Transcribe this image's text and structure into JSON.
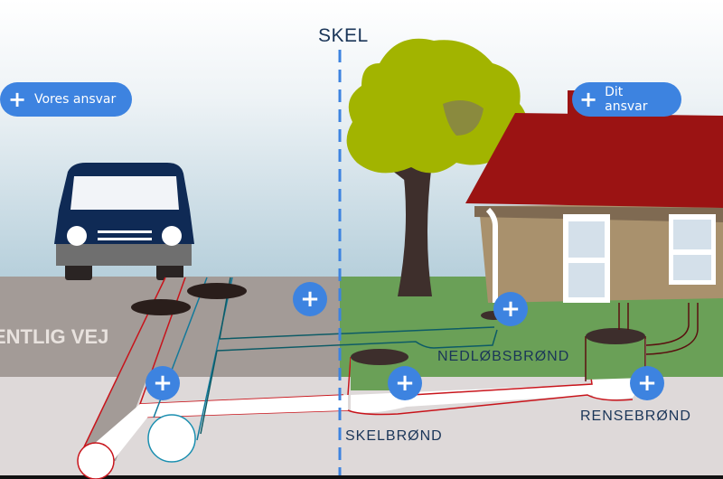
{
  "labels": {
    "boundary": "SKEL",
    "road": "ENTLIG VEJ",
    "downpipe_well": "NEDLØBSBRØND",
    "boundary_well": "SKELBRØND",
    "cleaning_well": "RENSEBRØND"
  },
  "buttons": {
    "our_responsibility": "Vores ansvar",
    "your_responsibility": "Dit ansvar",
    "plus_glyph": "+"
  },
  "colors": {
    "accent": "#3d83e0",
    "road": "#a39b97",
    "grass": "#6aa057",
    "ground": "#ded9d9",
    "roof": "#9b1313",
    "text": "#1a3558"
  }
}
